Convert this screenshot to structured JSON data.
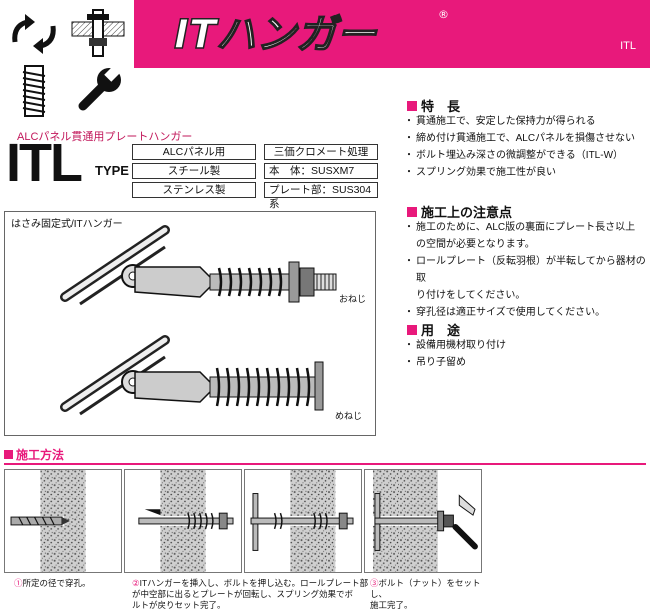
{
  "header": {
    "brand_title": "ITハンガー",
    "registered_mark": "®",
    "product_code": "ITL",
    "icons": [
      "rotation-arrows-icon",
      "clamp-icon",
      "threaded-bolt-icon",
      "wrench-icon"
    ],
    "brand_color": "#e8197b"
  },
  "product": {
    "subtitle": "ALCパネル貫通用プレートハンガー",
    "type_code": "ITL",
    "type_suffix": "TYPE"
  },
  "specs": {
    "materials": [
      "ALCパネル用",
      "スチール製",
      "ステンレス製"
    ],
    "finish": "三価クロメート処理",
    "body_label": "本　体",
    "body_value": "：SUSXM7",
    "plate_label": "プレート部",
    "plate_value": "：SUS304系"
  },
  "illustration": {
    "title": "はさみ固定式/ITハンガー",
    "caption_male": "おねじ",
    "caption_female": "めねじ"
  },
  "features": {
    "heading": "特　長",
    "items": [
      "貫通施工で、安定した保持力が得られる",
      "締め付け貫通施工で、ALCパネルを損傷させない",
      "ボルト埋込み深さの微調整ができる（ITL-W）",
      "スプリング効果で施工性が良い"
    ]
  },
  "precautions": {
    "heading": "施工上の注意点",
    "item1_line1": "施工のために、ALC版の裏面にプレート長さ以上",
    "item1_line2": "の空間が必要となります。",
    "item2_line1": "ロールプレート（反転羽根）が半転してから器材の取",
    "item2_line2": "り付けをしてください。",
    "item3": "穿孔径は適正サイズで使用してください。"
  },
  "uses": {
    "heading": "用　途",
    "items": [
      "設備用機材取り付け",
      "吊り子留め"
    ]
  },
  "method": {
    "heading": "施工方法",
    "step1_num": "①",
    "step1_line1": "所定の径で穿孔。",
    "step2_num": "②",
    "step2_line1": "ITハンガーを挿入し、ボルトを押し込む。ロールプレート部",
    "step2_line2": "が中空部に出るとプレートが回転し、スプリング効果でボ",
    "step2_line3": "ルトが戻りセット完了。",
    "step3_num": "③",
    "step3_line1": "ボルト（ナット）をセットし、",
    "step3_line2": "施工完了。"
  }
}
